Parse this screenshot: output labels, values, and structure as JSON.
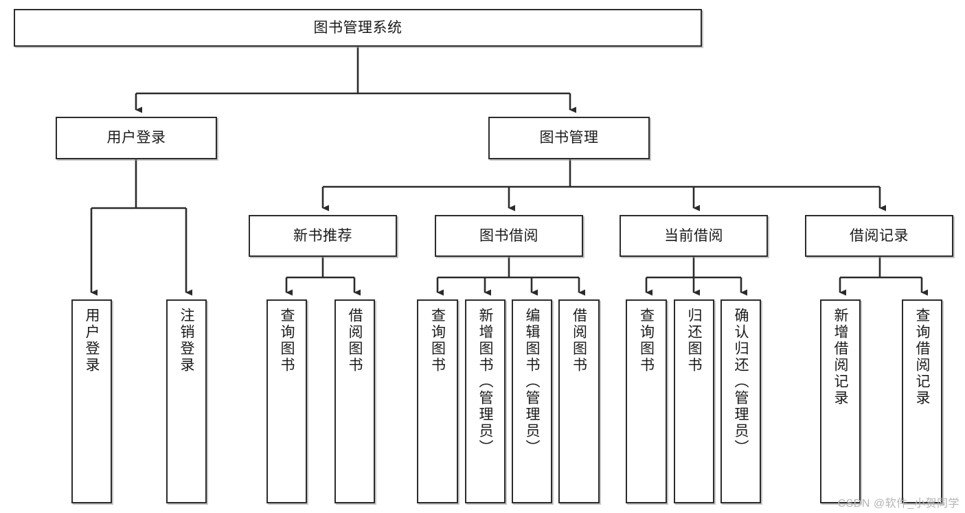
{
  "diagram": {
    "title": "图书管理系统",
    "type": "tree-hierarchy",
    "orientation": "top-down",
    "colors": {
      "node_border": "#2b2b2b",
      "node_fill": "#ffffff",
      "edge": "#2b2b2b",
      "text": "#1a1a1a",
      "watermark": "#b4b4b4"
    },
    "root": {
      "label": "图书管理系统"
    },
    "level2": [
      {
        "label": "用户登录"
      },
      {
        "label": "图书管理"
      }
    ],
    "level3": [
      {
        "label": "新书推荐"
      },
      {
        "label": "图书借阅"
      },
      {
        "label": "当前借阅"
      },
      {
        "label": "借阅记录"
      }
    ],
    "leaves": {
      "user_login": [
        {
          "label": "用户登录"
        },
        {
          "label": "注销登录"
        }
      ],
      "new_book_recommend": [
        {
          "label": "查询图书"
        },
        {
          "label": "借阅图书"
        }
      ],
      "book_borrow": [
        {
          "label": "查询图书"
        },
        {
          "label": "新增图书（管理员）"
        },
        {
          "label": "编辑图书（管理员）"
        },
        {
          "label": "借阅图书"
        }
      ],
      "current_borrow": [
        {
          "label": "查询图书"
        },
        {
          "label": "归还图书"
        },
        {
          "label": "确认归还（管理员）"
        }
      ],
      "borrow_record": [
        {
          "label": "新增借阅记录"
        },
        {
          "label": "查询借阅记录"
        }
      ]
    }
  },
  "watermark": {
    "text": "CSDN @软件_小贺同学"
  }
}
